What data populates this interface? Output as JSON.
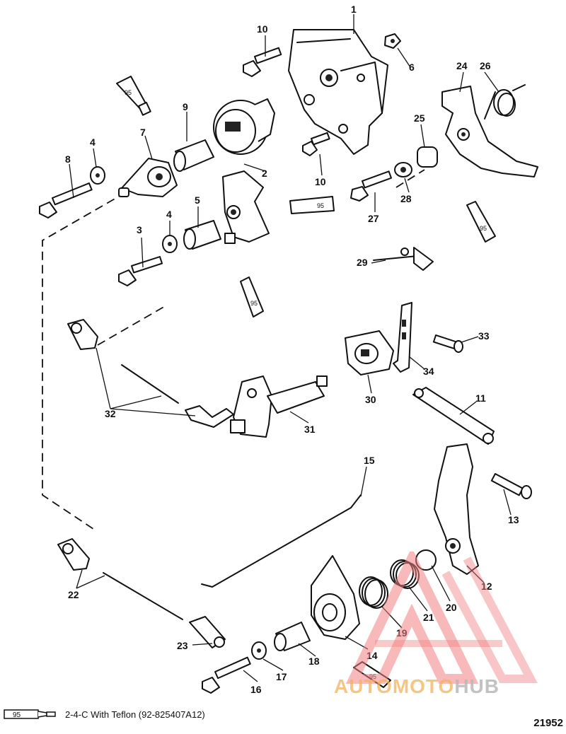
{
  "diagram": {
    "callouts": [
      "1",
      "2",
      "3",
      "4",
      "4",
      "5",
      "6",
      "7",
      "8",
      "9",
      "10",
      "10",
      "11",
      "12",
      "13",
      "14",
      "15",
      "16",
      "17",
      "18",
      "19",
      "20",
      "21",
      "22",
      "23",
      "24",
      "25",
      "26",
      "27",
      "28",
      "29",
      "30",
      "31",
      "32",
      "33",
      "34"
    ],
    "tube_label": "95"
  },
  "legend": {
    "tube_label": "95",
    "text": "2-4-C  With Teflon (92-825407A12)"
  },
  "figure_number": "21952",
  "watermark": {
    "part1": "AUTOMOTO",
    "part2": "HUB",
    "color_primary": "#f08080",
    "color_secondary": "#b8b8b8"
  }
}
